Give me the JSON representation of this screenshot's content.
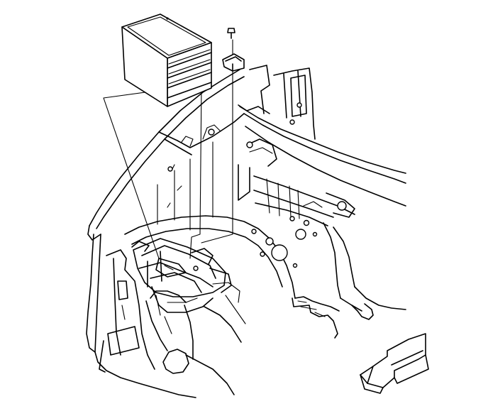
{
  "figure": {
    "subject": "battery-tray-installation",
    "parts": [
      "battery",
      "battery-hold-down-bolt",
      "battery-hold-down-retainer",
      "battery-tray",
      "front-fender-inner-panel",
      "engine-compartment-body-panel",
      "view-direction-arrow"
    ],
    "colors": {
      "line": "#000000",
      "background": "#ffffff",
      "arrow_fill": "#ffffff"
    },
    "view_arrow_icon": "hollow-arrow-pointing-forward-left"
  }
}
